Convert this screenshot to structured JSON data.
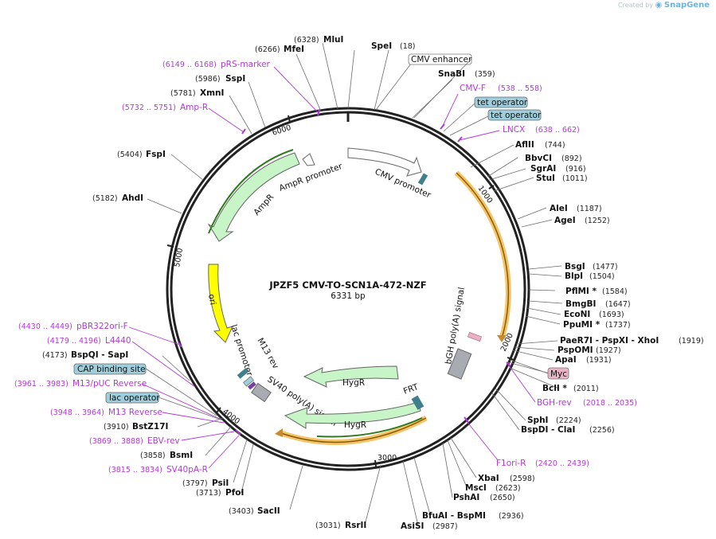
{
  "credit": {
    "prefix": "Created by",
    "brand": "SnapGene"
  },
  "plasmid": {
    "name": "JPZF5 CMV-TO-SCN1A-472-NZF",
    "size": "6331 bp"
  },
  "ticks": [
    "1000",
    "2000",
    "3000",
    "4000",
    "5000",
    "6000"
  ],
  "features": [
    {
      "label": "CMV promoter",
      "color": "#ffffff"
    },
    {
      "label": "AmpR promoter",
      "color": "#ffffff"
    },
    {
      "label": "AmpR",
      "color": "#c8f5c8"
    },
    {
      "label": "ori",
      "color": "#ffff00"
    },
    {
      "label": "lac promoter",
      "color": "#ffffff"
    },
    {
      "label": "M13 rev",
      "color": "#ffffff"
    },
    {
      "label": "SV40 poly(A) signal",
      "color": "#a9abb3"
    },
    {
      "label": "HygR",
      "color": "#c8f5c8"
    },
    {
      "label": "HygR",
      "color": "#c8f5c8"
    },
    {
      "label": "FRT",
      "color": "#3f7f8c"
    },
    {
      "label": "bGH poly(A) signal",
      "color": "#a9abb3"
    }
  ],
  "sites_right": [
    {
      "name": "SpeI",
      "pos": "(18)"
    },
    {
      "name": "SnaBI",
      "pos": "(359)"
    },
    {
      "name": "AflII",
      "pos": "(744)"
    },
    {
      "name": "BbvCI",
      "pos": "(892)"
    },
    {
      "name": "SgrAI",
      "pos": "(916)"
    },
    {
      "name": "StuI",
      "pos": "(1011)"
    },
    {
      "name": "AleI",
      "pos": "(1187)"
    },
    {
      "name": "AgeI",
      "pos": "(1252)"
    },
    {
      "name": "BsgI",
      "pos": "(1477)"
    },
    {
      "name": "BlpI",
      "pos": "(1504)"
    },
    {
      "name": "PflMI *",
      "pos": "(1584)"
    },
    {
      "name": "BmgBI",
      "pos": "(1647)"
    },
    {
      "name": "EcoNI",
      "pos": "(1693)"
    },
    {
      "name": "PpuMI *",
      "pos": "(1737)"
    },
    {
      "name": "PaeR7I - PspXI - XhoI",
      "pos": "(1919)"
    },
    {
      "name": "PspOMI",
      "pos": "(1927)"
    },
    {
      "name": "ApaI",
      "pos": "(1931)"
    },
    {
      "name": "BclI *",
      "pos": "(2011)"
    },
    {
      "name": "SphI",
      "pos": "(2224)"
    },
    {
      "name": "BspDI - ClaI",
      "pos": "(2256)"
    },
    {
      "name": "XbaI",
      "pos": "(2598)"
    },
    {
      "name": "MscI",
      "pos": "(2623)"
    },
    {
      "name": "PshAI",
      "pos": "(2650)"
    },
    {
      "name": "BfuAI - BspMI",
      "pos": "(2936)"
    },
    {
      "name": "AsiSI",
      "pos": "(2987)"
    }
  ],
  "sites_left": [
    {
      "name": "MluI",
      "pos": "(6328)"
    },
    {
      "name": "MfeI",
      "pos": "(6266)"
    },
    {
      "name": "SspI",
      "pos": "(5986)"
    },
    {
      "name": "XmnI",
      "pos": "(5781)"
    },
    {
      "name": "FspI",
      "pos": "(5404)"
    },
    {
      "name": "AhdI",
      "pos": "(5182)"
    },
    {
      "name": "BspQI - SapI",
      "pos": "(4173)"
    },
    {
      "name": "BstZ17I",
      "pos": "(3910)"
    },
    {
      "name": "BsmI",
      "pos": "(3858)"
    },
    {
      "name": "PsiI",
      "pos": "(3797)"
    },
    {
      "name": "PfoI",
      "pos": "(3713)"
    },
    {
      "name": "SacII",
      "pos": "(3403)"
    },
    {
      "name": "RsrII",
      "pos": "(3031)"
    }
  ],
  "primers": [
    {
      "name": "CMV-F",
      "pos": "(538 .. 558)"
    },
    {
      "name": "LNCX",
      "pos": "(638 .. 662)"
    },
    {
      "name": "BGH-rev",
      "pos": "(2018 .. 2035)"
    },
    {
      "name": "F1ori-R",
      "pos": "(2420 .. 2439)"
    },
    {
      "name": "pRS-marker",
      "pos": "(6149 .. 6168)"
    },
    {
      "name": "Amp-R",
      "pos": "(5732 .. 5751)"
    },
    {
      "name": "pBR322ori-F",
      "pos": "(4430 .. 4449)"
    },
    {
      "name": "L4440",
      "pos": "(4179 .. 4196)"
    },
    {
      "name": "M13/pUC Reverse",
      "pos": "(3961 .. 3983)"
    },
    {
      "name": "M13 Reverse",
      "pos": "(3948 .. 3964)"
    },
    {
      "name": "EBV-rev",
      "pos": "(3869 .. 3888)"
    },
    {
      "name": "SV40pA-R",
      "pos": "(3815 .. 3834)"
    }
  ],
  "boxed": [
    {
      "name": "CMV enhancer",
      "color": "#ffffff"
    },
    {
      "name": "tet operator",
      "color": "#9fcfdc"
    },
    {
      "name": "tet operator",
      "color": "#9fcfdc"
    },
    {
      "name": "Myc",
      "color": "#e8b4c4"
    },
    {
      "name": "CAP binding site",
      "color": "#9fcfdc"
    },
    {
      "name": "lac operator",
      "color": "#9fcfdc"
    }
  ]
}
